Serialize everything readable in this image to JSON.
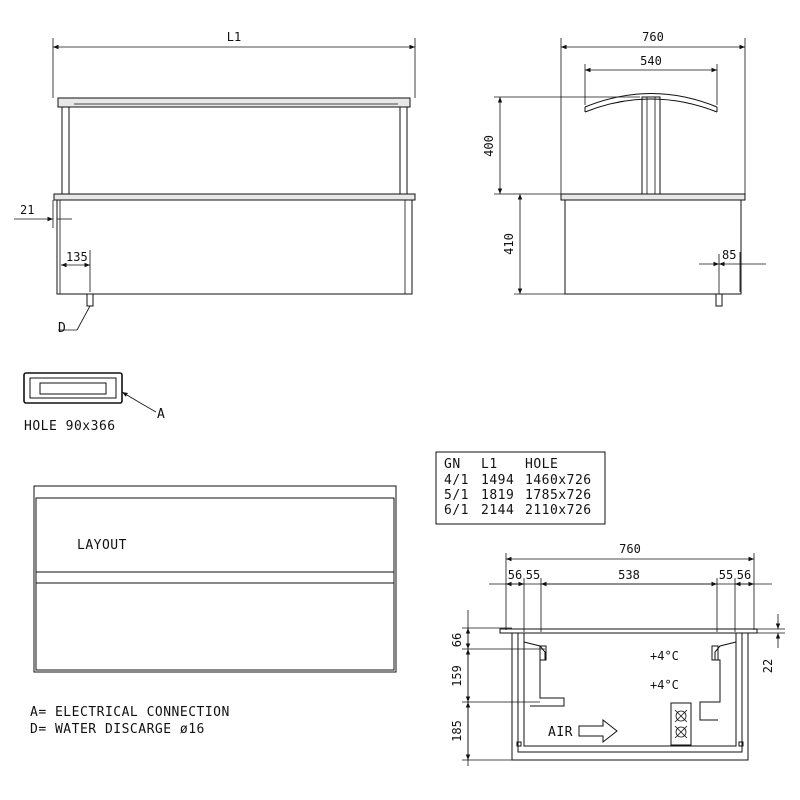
{
  "front_view": {
    "length_label": "L1",
    "offset_21": "21",
    "offset_135": "135",
    "water_marker": "D"
  },
  "side_view": {
    "width_label": "760",
    "canopy_label": "540",
    "height_400": "400",
    "height_410": "410",
    "offset_85": "85"
  },
  "hole_detail": {
    "label": "HOLE 90x366",
    "marker": "A"
  },
  "layout": {
    "label": "LAYOUT"
  },
  "legend": {
    "line_a": "A= ELECTRICAL CONNECTION",
    "line_d": "D= WATER DISCARGE ø16"
  },
  "spec_table": {
    "headers": [
      "GN",
      "L1",
      "HOLE"
    ],
    "rows": [
      [
        "4/1",
        "1494",
        "1460x726"
      ],
      [
        "5/1",
        "1819",
        "1785x726"
      ],
      [
        "6/1",
        "2144",
        "2110x726"
      ]
    ]
  },
  "section_view": {
    "width_label": "760",
    "segments": [
      "56",
      "55",
      "538",
      "55",
      "56"
    ],
    "v_66": "66",
    "v_159": "159",
    "v_185": "185",
    "v_22": "22",
    "temp_1": "+4°C",
    "temp_2": "+4°C",
    "air_label": "AIR"
  }
}
